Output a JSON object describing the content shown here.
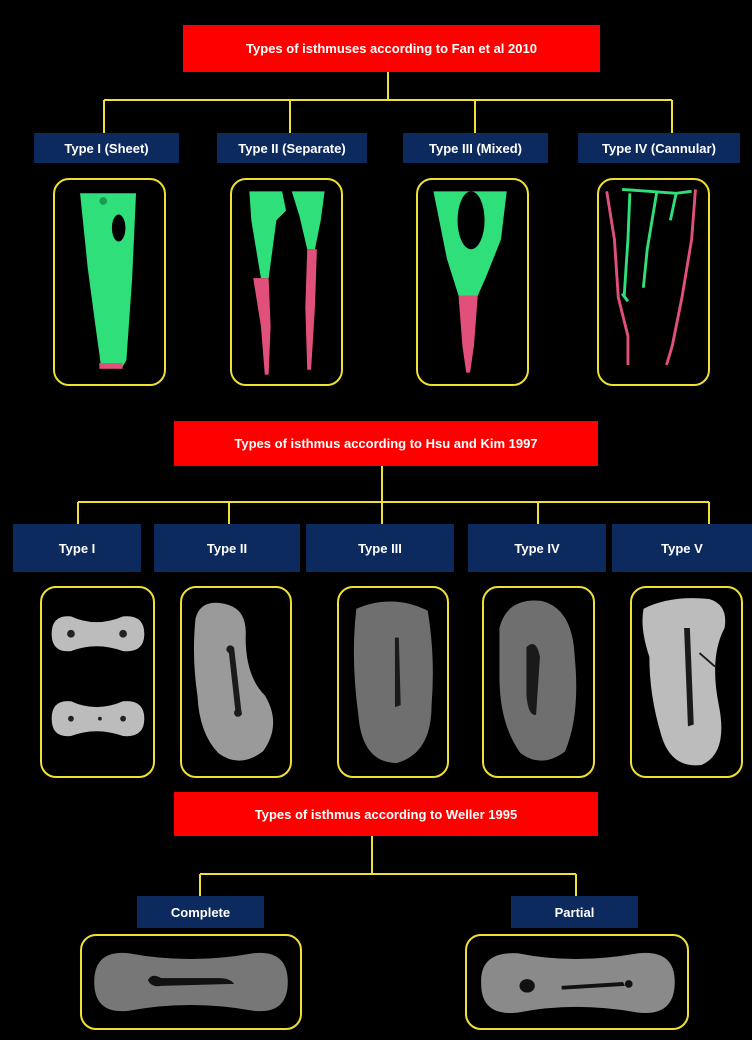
{
  "fan": {
    "title": "Types of isthmuses according to Fan et al 2010",
    "types": [
      "Type I (Sheet)",
      "Type II (Separate)",
      "Type III (Mixed)",
      "Type IV (Cannular)"
    ]
  },
  "hsu": {
    "title": "Types of isthmus according to Hsu and Kim 1997",
    "types": [
      "Type I",
      "Type II",
      "Type III",
      "Type IV",
      "Type V"
    ]
  },
  "weller": {
    "title": "Types of isthmus according to Weller 1995",
    "types": [
      "Complete",
      "Partial"
    ]
  },
  "colors": {
    "background": "#000000",
    "title_box": "#ff0000",
    "label_box": "#0d2a5e",
    "connector": "#f0e032",
    "canal_green": "#2fe07a",
    "canal_pink": "#e0507a"
  }
}
